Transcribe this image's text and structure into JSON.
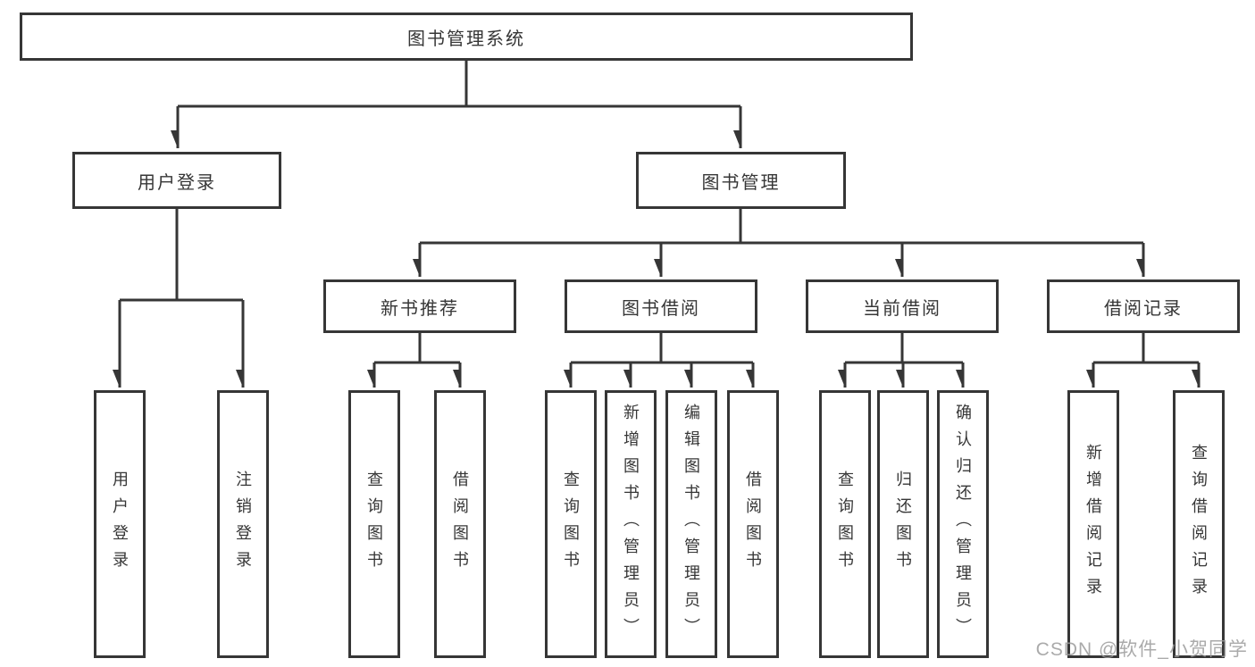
{
  "nodes": {
    "root": "图书管理系统",
    "user_login": "用户登录",
    "book_mgmt": "图书管理",
    "new_book_rec": "新书推荐",
    "book_borrow": "图书借阅",
    "current_borrow": "当前借阅",
    "borrow_record": "借阅记录",
    "ul_user_login": "用户登录",
    "ul_logout": "注销登录",
    "nb_query_book": "查询图书",
    "nb_borrow_book": "借阅图书",
    "bb_query_book": "查询图书",
    "bb_add_book": "新增图书（管理员）",
    "bb_edit_book": "编辑图书（管理员）",
    "bb_borrow_book": "借阅图书",
    "cb_query_book": "查询图书",
    "cb_return_book": "归还图书",
    "cb_confirm_return": "确认归还（管理员）",
    "br_add_record": "新增借阅记录",
    "br_query_record": "查询借阅记录"
  },
  "watermark": "CSDN @软件_小贺同学",
  "colors": {
    "line": "#363636",
    "box_border": "#363636",
    "text": "#363636",
    "background": "#ffffff",
    "watermark": "#9b9b9b"
  }
}
